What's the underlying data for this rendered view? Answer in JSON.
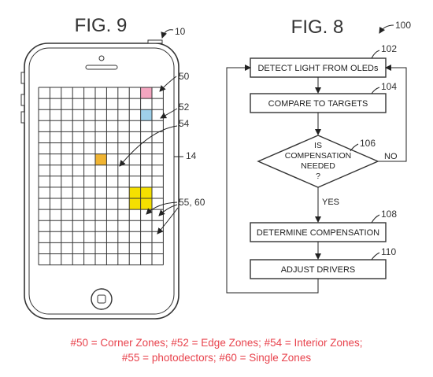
{
  "fig9": {
    "title": "FIG. 9",
    "ref_device": "10",
    "ref_corner_zone": "50",
    "ref_edge_zone": "52",
    "ref_interior_zone": "54",
    "ref_display": "14",
    "ref_single_zone": "55, 60",
    "grid": {
      "columns": 11,
      "rows": 16
    },
    "zones": [
      {
        "name": "corner-zone",
        "col": 10,
        "row": 1,
        "span": 1,
        "color": "#f4a6c0"
      },
      {
        "name": "edge-zone",
        "col": 10,
        "row": 3,
        "span": 1,
        "color": "#9fd0ea"
      },
      {
        "name": "interior-zone",
        "col": 6,
        "row": 7,
        "span": 1,
        "color": "#f0b432"
      },
      {
        "name": "single-zone",
        "col": 9,
        "row": 10,
        "span": 2,
        "color": "#f5e000"
      }
    ]
  },
  "fig8": {
    "title": "FIG. 8",
    "ref_process": "100",
    "steps": [
      {
        "label": "DETECT LIGHT FROM OLEDs",
        "ref": "102"
      },
      {
        "label": "COMPARE TO TARGETS",
        "ref": "104"
      },
      {
        "label": "DETERMINE COMPENSATION",
        "ref": "108"
      },
      {
        "label": "ADJUST DRIVERS",
        "ref": "110"
      }
    ],
    "decision": {
      "lines": [
        "IS",
        "COMPENSATION",
        "NEEDED",
        "?"
      ],
      "ref": "106"
    },
    "yes_label": "YES",
    "no_label": "NO"
  },
  "caption": {
    "line1": "#50 = Corner Zones; #52 = Edge Zones; #54 = Interior Zones;",
    "line2": "#55 = photodectors; #60 = Single Zones"
  }
}
